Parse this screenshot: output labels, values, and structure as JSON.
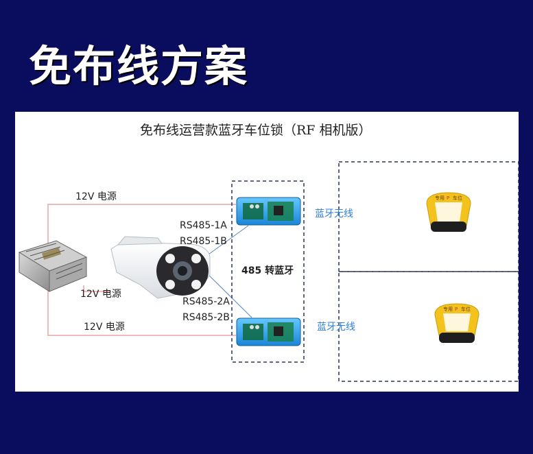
{
  "page": {
    "headline": "免布线方案"
  },
  "diagram": {
    "title": "免布线运营款蓝牙车位锁（RF 相机版）",
    "power_label_top": "12V 电源",
    "power_label_mid": "12V 电源",
    "power_label_bottom": "12V 电源",
    "rs485_1a": "RS485-1A",
    "rs485_1b": "RS485-1B",
    "rs485_2a": "RS485-2A",
    "rs485_2b": "RS485-2B",
    "converter_label": "485 转蓝牙",
    "bluetooth_label_top": "蓝牙无线",
    "bluetooth_label_bottom": "蓝牙无线",
    "lock_text_left": "专用",
    "lock_text_mark": "P",
    "lock_text_right": "车位",
    "colors": {
      "background": "#0a0d5e",
      "wire": "#e8a3a3",
      "signal": "#5a84c4",
      "accent_text": "#2b7de0",
      "lock_yellow": "#f3c21c",
      "module_blue": "#2fa0e8"
    }
  }
}
